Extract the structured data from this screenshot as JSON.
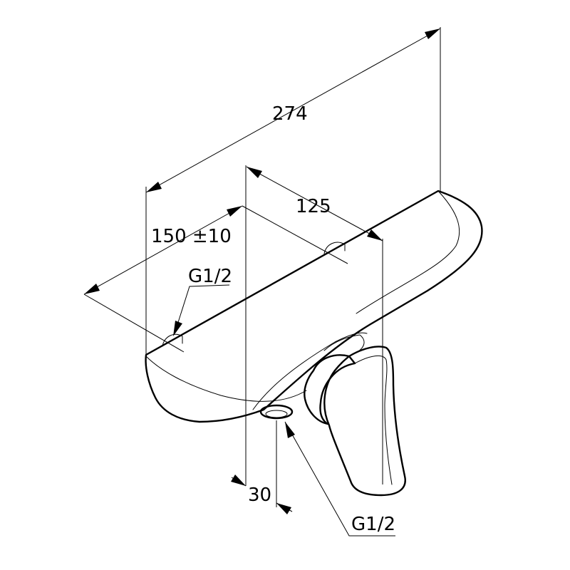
{
  "drawing": {
    "type": "technical dimension drawing",
    "subject": "wall-mounted single-lever shower mixer",
    "dimensions": {
      "overall_length": "274",
      "inlet_spacing": "150 ±10",
      "inlet_to_body": "125",
      "outlet_offset": "30"
    },
    "labels": {
      "inlet_thread": "G1/2",
      "outlet_thread": "G1/2"
    }
  }
}
